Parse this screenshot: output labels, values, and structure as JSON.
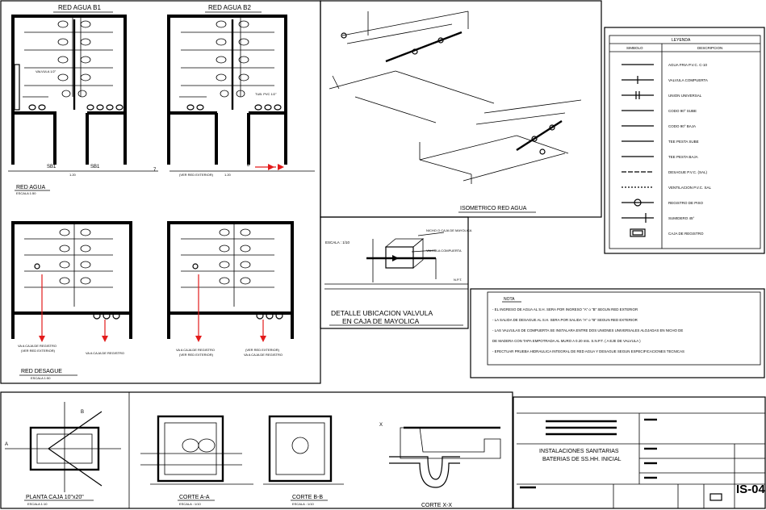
{
  "plans": {
    "red_agua_b1": "RED AGUA  B1",
    "red_agua_b2": "RED AGUA  B2",
    "red_agua": "RED AGUA",
    "red_agua_scale": "ESCALA 1:50",
    "red_desague": "RED DESAGUE",
    "red_desague_scale": "ESCALA 1:50",
    "sb1_left": "SB1",
    "sb1_right": "SB1",
    "dim_left": "1.20",
    "dim_mid": "1.20",
    "marker_7": "7",
    "marker_8": "8",
    "note_valvula": "VALVULA 1/2\"",
    "note_tubo": "TUB. PVC 1/2\"",
    "note_red_ext": "(VER RED EXTERIOR)",
    "note_va_caja_1": "VA A CAJA DE REGISTRO",
    "note_va_caja_2": "VA A CAJA DE REGISTRO",
    "note_va_caja_3": "VA A CAJA DE REGISTRO",
    "note_va_caja_4": "VA A CAJA DE REGISTRO",
    "note_ver_ext_1": "(VER RED EXTERIOR)",
    "note_ver_ext_2": "(VER RED EXTERIOR)",
    "note_ver_ext_3": "(VER RED EXTERIOR)"
  },
  "isometric": {
    "title": "ISOMETRICO RED AGUA"
  },
  "legend": {
    "title": "LEYENDA",
    "col_symbol": "SIMBOLO",
    "col_desc": "DESCRIPCION",
    "items": [
      "AGUA FRIA P.V.C. C-10",
      "VALVULA COMPUERTA",
      "UNION UNIVERSAL",
      "CODO 90° SUBE",
      "CODO 90° BAJA",
      "TEE PESTA SUBE",
      "TEE PESTA BAJA",
      "DESAGUE P.V.C. (SAL)",
      "VENTILACION P.V.C. SAL",
      "REGISTRO DE PISO",
      "SUMIDERO 45°",
      "CAJA DE REGISTRO"
    ]
  },
  "valve_detail": {
    "scale": "ESCALA : 1/10",
    "label_caja": "NICHO O CAJA DE MAYOLICA",
    "label_valvula": "VALVULA COMPUERTA",
    "label_npt": "N.P.T.",
    "title_1": "DETALLE  UBICACION  VALVULA",
    "title_2": "EN  CAJA  DE  MAYOLICA"
  },
  "notes": {
    "title": "NOTA",
    "lines": [
      "- EL INGRESO DE AGUA AL S.H. SERA POR INGRESO \"A\" o \"B\" SEGUN RED EXTERIOR",
      "- LA SALIDA DE DESAGUE AL S.H. SERA POR SALIDA \"A\" o \"B\" SEGUN RED EXTERIOR",
      "- LAS VALVULAS DE COMPUERTA SE INSTALARA ENTRE DOS UNIONES UNIVERSALES ALOJADAS EN NICHO DE",
      "  DE MADERA CON TAPA EMPOTRADA AL MURO A 0.20 mts. S.N.P.T. ( A EJE DE VALVULA )",
      "- EFECTUAR PRUEBA HIDRAULICA INTEGRAL DE RED AGUA Y DESAGUE SEGUN ESPECIFICACIONES TECNICAS"
    ]
  },
  "details": {
    "planta_caja": "PLANTA CAJA 10\"x20\"",
    "planta_scale": "ESCALA 1:10",
    "corte_aa": "CORTE  A-A",
    "corte_aa_scale": "ESCALA : 1/10",
    "corte_bb": "CORTE  B-B",
    "corte_bb_scale": "ESCALA : 1/10",
    "corte_xx": "CORTE  X-X",
    "label_a": "A",
    "label_b": "B",
    "label_x": "X"
  },
  "title_block": {
    "project_1": "INSTALACIONES SANITARIAS",
    "project_2": "BATERIAS DE SS.HH. INICIAL",
    "sheet_code": "IS-04"
  },
  "colors": {
    "line": "#000000",
    "accent_red": "#e31b1b"
  }
}
